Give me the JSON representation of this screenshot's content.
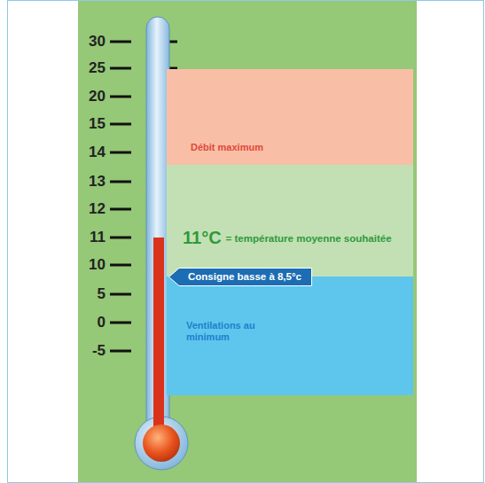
{
  "diagram": {
    "nodes": [
      {
        "text": [
          "Débit maximum"
        ]
      },
      {
        "text": [
          "11°C",
          "= température moyenne souhaitée"
        ]
      },
      {
        "text": [
          "Consigne basse à 8,5°c"
        ]
      },
      {
        "text": [
          "Ventilations au minimum"
        ]
      }
    ],
    "labels": [
      "30",
      "25",
      "20",
      "15",
      "14",
      "13",
      "12",
      "11",
      "10",
      "5",
      "0",
      "-5"
    ]
  }
}
